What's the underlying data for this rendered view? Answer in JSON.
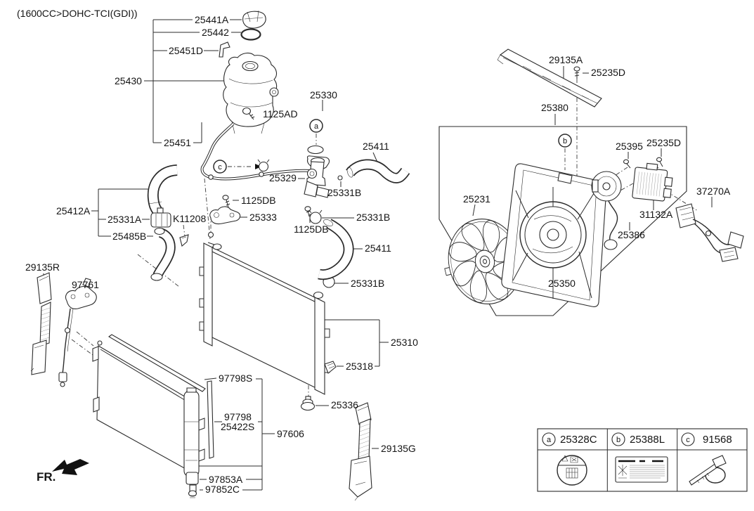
{
  "title": "(1600CC>DOHC-TCI(GDI))",
  "front_marker": "FR.",
  "parts": {
    "25441A": "25441A",
    "25442": "25442",
    "25451D": "25451D",
    "25430": "25430",
    "1125AD": "1125AD",
    "25451": "25451",
    "25330": "25330",
    "25411": "25411",
    "25329": "25329",
    "25331B": "25331B",
    "25412A": "25412A",
    "25331A": "25331A",
    "K11208": "K11208",
    "1125DB": "1125DB",
    "25333": "25333",
    "25485B": "25485B",
    "29135R": "29135R",
    "97761": "97761",
    "25310": "25310",
    "25318": "25318",
    "97798S": "97798S",
    "97798": "97798",
    "25422S": "25422S",
    "97606": "97606",
    "25336": "25336",
    "29135G": "29135G",
    "97853A": "97853A",
    "97852C": "97852C",
    "29135A": "29135A",
    "25235D": "25235D",
    "25380": "25380",
    "25395": "25395",
    "25231": "25231",
    "31132A": "31132A",
    "25386": "25386",
    "37270A": "37270A",
    "25350": "25350"
  },
  "callouts": {
    "a": "a",
    "b": "b",
    "c": "c"
  },
  "legend": {
    "items": [
      {
        "callout": "a",
        "part": "25328C"
      },
      {
        "callout": "b",
        "part": "25388L"
      },
      {
        "callout": "c",
        "part": "91568"
      }
    ]
  }
}
